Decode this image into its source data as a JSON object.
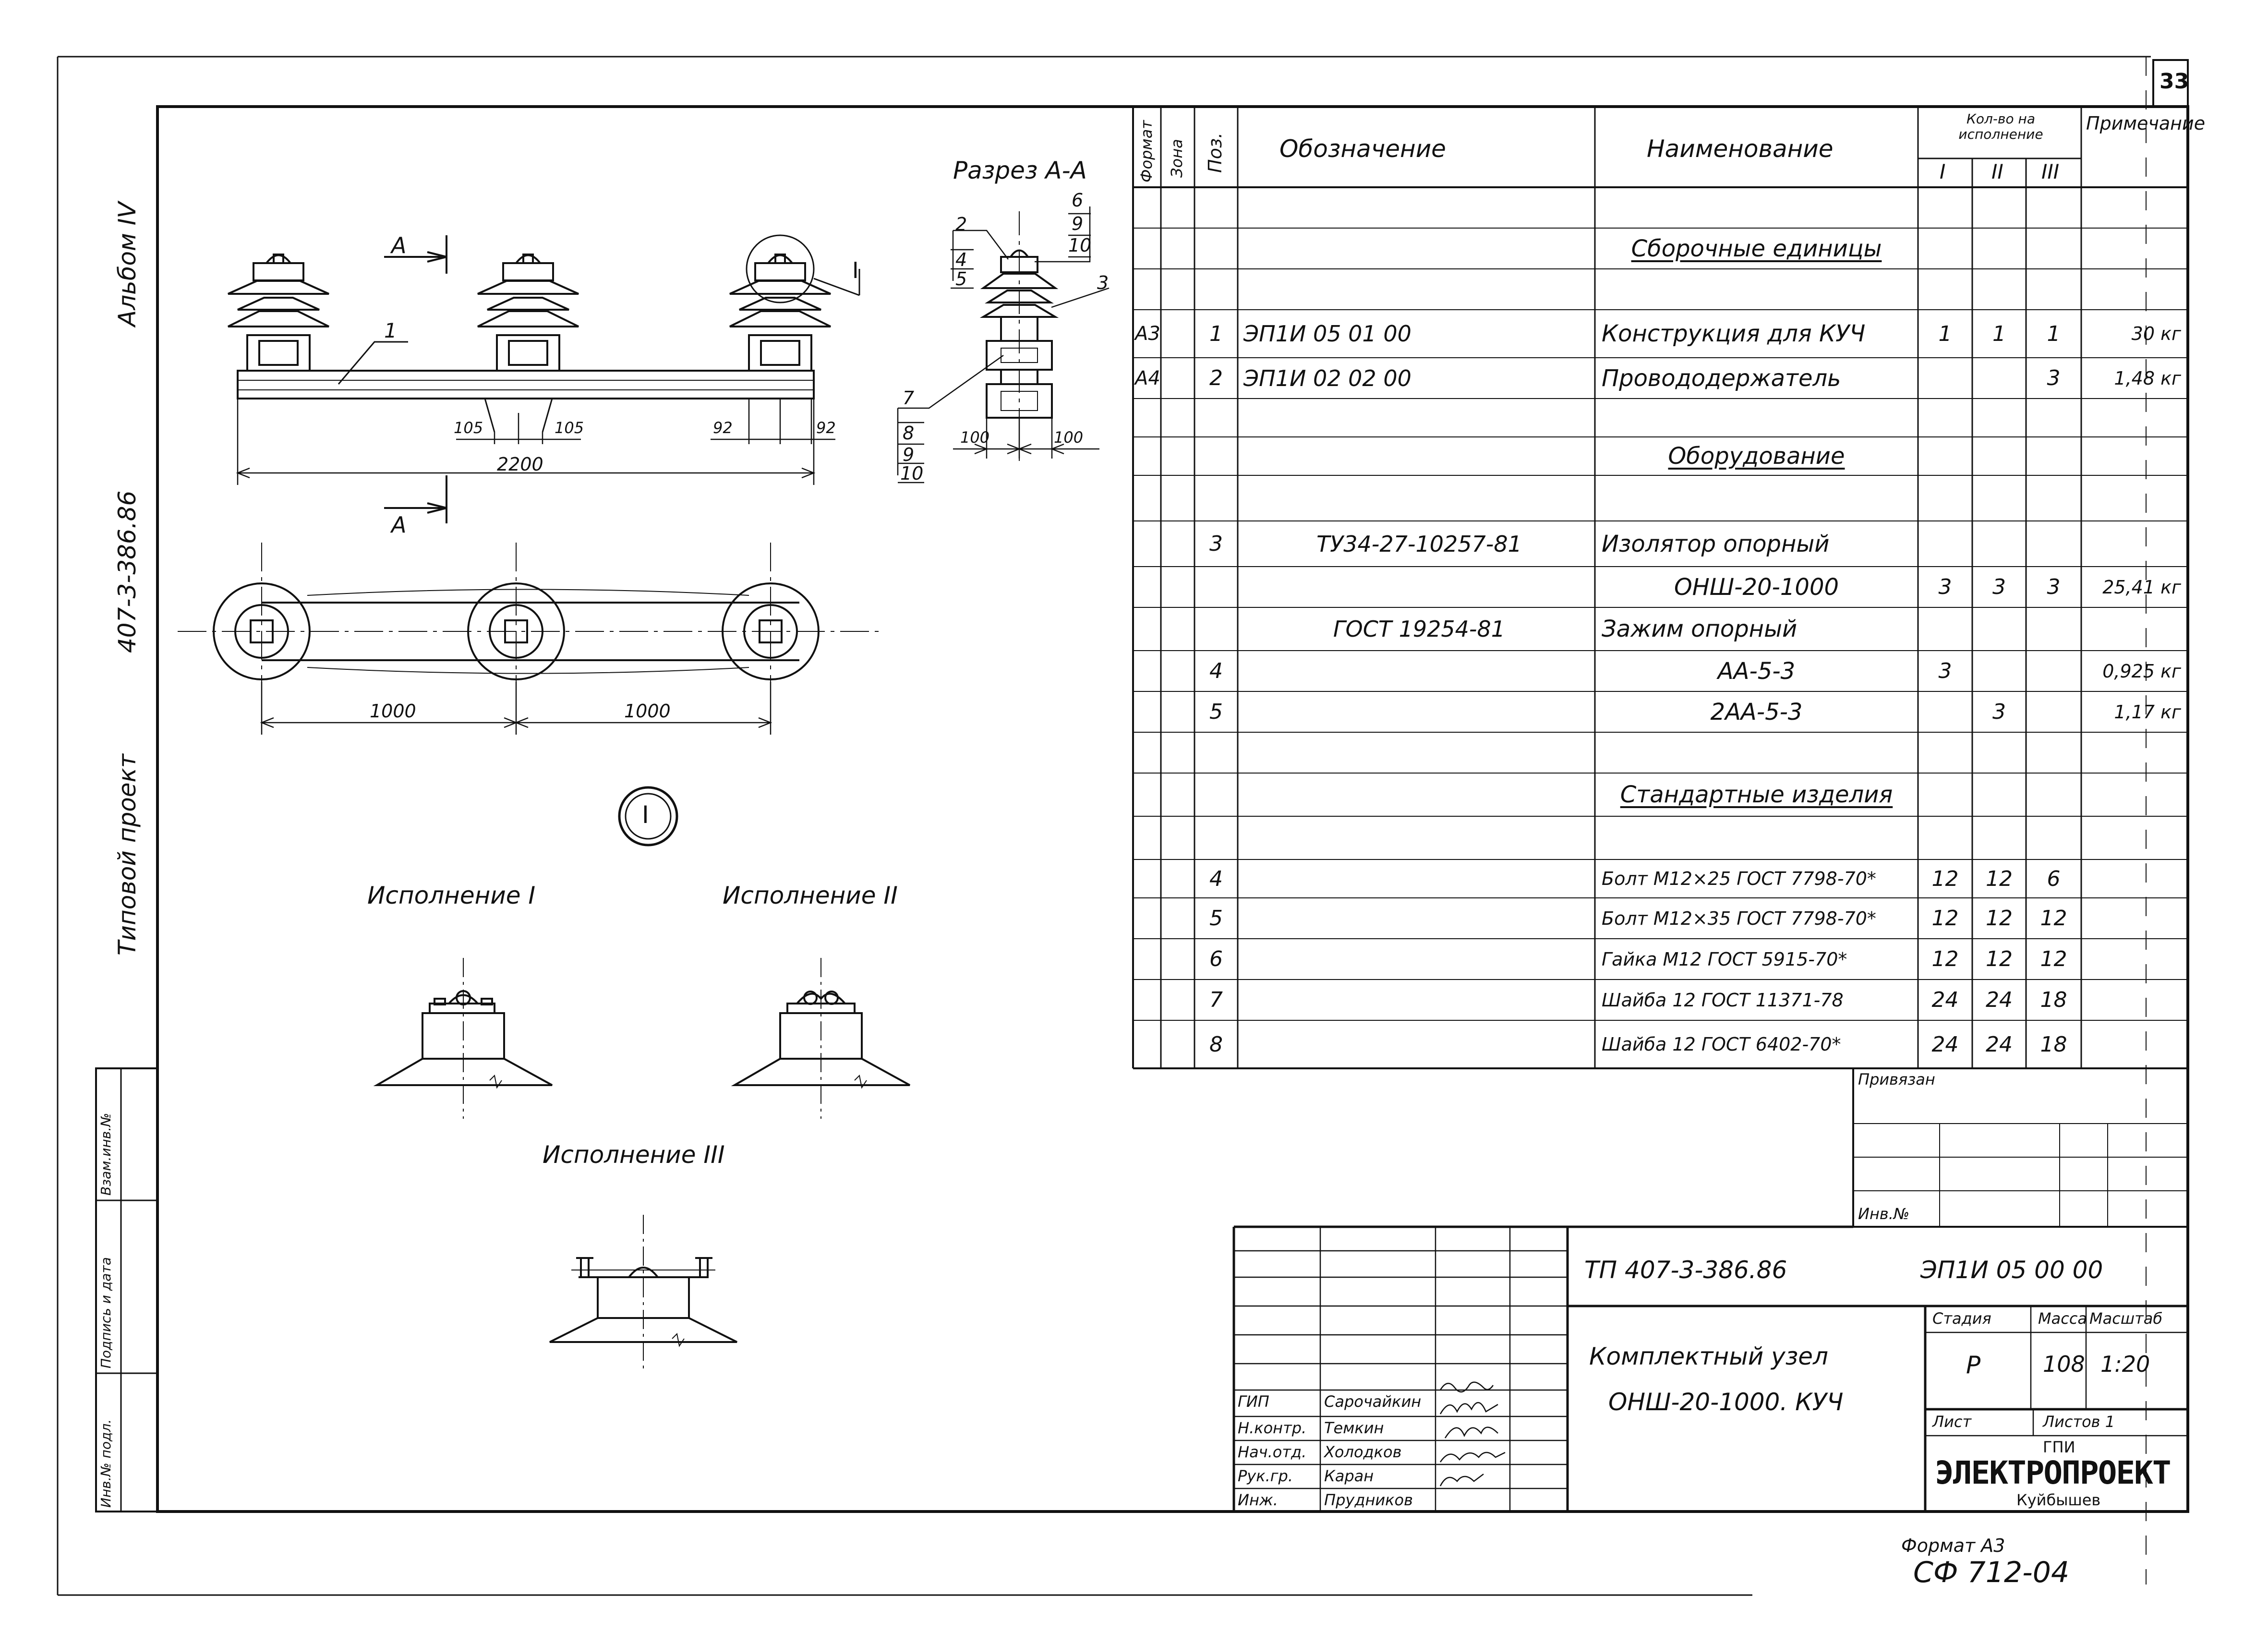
{
  "sheet": {
    "page_number": "33",
    "format_note": "Формат А3",
    "form_code": "СФ 712-04"
  },
  "side": {
    "album": "Альбом IV",
    "code": "407-3-386.86",
    "project": "Типовой проект",
    "stamp_labels": [
      "Инв.№ подл.",
      "Подпись и дата",
      "Взам.инв.№"
    ]
  },
  "drawing": {
    "section_title": "Разрез А-А",
    "cut_mark": "А",
    "detail_mark": "I",
    "detail_callout": "I",
    "dims": {
      "total": "2200",
      "left_a": "105",
      "left_b": "105",
      "right_a": "92",
      "right_b": "92",
      "spacing_1": "1000",
      "spacing_2": "1000",
      "sec_left": "100",
      "sec_right": "100"
    },
    "leaders": {
      "main_1": "1",
      "sec_top": [
        "6",
        "9",
        "10"
      ],
      "sec_left": [
        "2",
        "4",
        "5"
      ],
      "sec_3": "3",
      "sec_bottom": [
        "7",
        "8",
        "9",
        "10"
      ]
    },
    "variants": [
      "Исполнение I",
      "Исполнение II",
      "Исполнение III"
    ]
  },
  "spec": {
    "headers": {
      "format": "Формат",
      "zone": "Зона",
      "pos": "Поз.",
      "designation": "Обозначение",
      "name": "Наименование",
      "qty": "Кол-во на исполнение",
      "qty_cols": [
        "I",
        "II",
        "III"
      ],
      "note": "Примечание"
    },
    "rows": [
      {
        "fmt": "",
        "pos": "",
        "des": "",
        "name": "",
        "q1": "",
        "q2": "",
        "q3": "",
        "note": "",
        "type": "blank"
      },
      {
        "fmt": "",
        "pos": "",
        "des": "",
        "name": "Сборочные единицы",
        "q1": "",
        "q2": "",
        "q3": "",
        "note": "",
        "type": "section"
      },
      {
        "fmt": "",
        "pos": "",
        "des": "",
        "name": "",
        "q1": "",
        "q2": "",
        "q3": "",
        "note": "",
        "type": "blank"
      },
      {
        "fmt": "А3",
        "pos": "1",
        "des": "ЭП1И 05 01 00",
        "name": "Конструкция для КУЧ",
        "q1": "1",
        "q2": "1",
        "q3": "1",
        "note": "30 кг",
        "type": "item"
      },
      {
        "fmt": "А4",
        "pos": "2",
        "des": "ЭП1И 02 02 00",
        "name": "Провододержатель",
        "q1": "",
        "q2": "",
        "q3": "3",
        "note": "1,48 кг",
        "type": "item"
      },
      {
        "fmt": "",
        "pos": "",
        "des": "",
        "name": "",
        "q1": "",
        "q2": "",
        "q3": "",
        "note": "",
        "type": "blank"
      },
      {
        "fmt": "",
        "pos": "",
        "des": "",
        "name": "Оборудование",
        "q1": "",
        "q2": "",
        "q3": "",
        "note": "",
        "type": "section"
      },
      {
        "fmt": "",
        "pos": "",
        "des": "",
        "name": "",
        "q1": "",
        "q2": "",
        "q3": "",
        "note": "",
        "type": "blank"
      },
      {
        "fmt": "",
        "pos": "3",
        "des": "ТУ34-27-10257-81",
        "name": "Изолятор опорный",
        "q1": "",
        "q2": "",
        "q3": "",
        "note": "",
        "type": "item"
      },
      {
        "fmt": "",
        "pos": "",
        "des": "",
        "name": "ОНШ-20-1000",
        "q1": "3",
        "q2": "3",
        "q3": "3",
        "note": "25,41 кг",
        "type": "center"
      },
      {
        "fmt": "",
        "pos": "",
        "des": "ГОСТ 19254-81",
        "name": "Зажим опорный",
        "q1": "",
        "q2": "",
        "q3": "",
        "note": "",
        "type": "item"
      },
      {
        "fmt": "",
        "pos": "4",
        "des": "",
        "name": "АА-5-3",
        "q1": "3",
        "q2": "",
        "q3": "",
        "note": "0,925 кг",
        "type": "center"
      },
      {
        "fmt": "",
        "pos": "5",
        "des": "",
        "name": "2АА-5-3",
        "q1": "",
        "q2": "3",
        "q3": "",
        "note": "1,17 кг",
        "type": "center"
      },
      {
        "fmt": "",
        "pos": "",
        "des": "",
        "name": "",
        "q1": "",
        "q2": "",
        "q3": "",
        "note": "",
        "type": "blank"
      },
      {
        "fmt": "",
        "pos": "",
        "des": "",
        "name": "Стандартные изделия",
        "q1": "",
        "q2": "",
        "q3": "",
        "note": "",
        "type": "section"
      },
      {
        "fmt": "",
        "pos": "",
        "des": "",
        "name": "",
        "q1": "",
        "q2": "",
        "q3": "",
        "note": "",
        "type": "blank"
      },
      {
        "fmt": "",
        "pos": "4",
        "des": "",
        "name": "Болт М12×25 ГОСТ 7798-70*",
        "q1": "12",
        "q2": "12",
        "q3": "6",
        "note": "",
        "type": "item"
      },
      {
        "fmt": "",
        "pos": "5",
        "des": "",
        "name": "Болт М12×35 ГОСТ 7798-70*",
        "q1": "12",
        "q2": "12",
        "q3": "12",
        "note": "",
        "type": "item"
      },
      {
        "fmt": "",
        "pos": "6",
        "des": "",
        "name": "Гайка М12 ГОСТ 5915-70*",
        "q1": "12",
        "q2": "12",
        "q3": "12",
        "note": "",
        "type": "item"
      },
      {
        "fmt": "",
        "pos": "7",
        "des": "",
        "name": "Шайба 12 ГОСТ 11371-78",
        "q1": "24",
        "q2": "24",
        "q3": "18",
        "note": "",
        "type": "item"
      },
      {
        "fmt": "",
        "pos": "8",
        "des": "",
        "name": "Шайба 12 ГОСТ 6402-70*",
        "q1": "24",
        "q2": "24",
        "q3": "18",
        "note": "",
        "type": "item"
      }
    ]
  },
  "binding": {
    "title": "Привязан",
    "inv": "Инв.№"
  },
  "title_block": {
    "doc_code": "ТП 407-3-386.86",
    "drawing_code": "ЭП1И 05 00 00",
    "title_line1": "Комплектный узел",
    "title_line2": "ОНШ-20-1000. КУЧ",
    "stage_label": "Стадия",
    "mass_label": "Масса",
    "scale_label": "Масштаб",
    "stage": "Р",
    "mass": "108",
    "scale": "1:20",
    "sheet_label": "Лист",
    "sheets_label": "Листов 1",
    "org_line1": "ГПИ",
    "org_line2": "ЭЛЕКТРОПРОЕКТ",
    "org_line3": "Куйбышев",
    "people": [
      {
        "role": "ГИП",
        "name": "Сарочайкин"
      },
      {
        "role": "Н.контр.",
        "name": "Темкин"
      },
      {
        "role": "Нач.отд.",
        "name": "Холодков"
      },
      {
        "role": "Рук.гр.",
        "name": "Каран"
      },
      {
        "role": "Инж.",
        "name": "Прудников"
      }
    ]
  }
}
